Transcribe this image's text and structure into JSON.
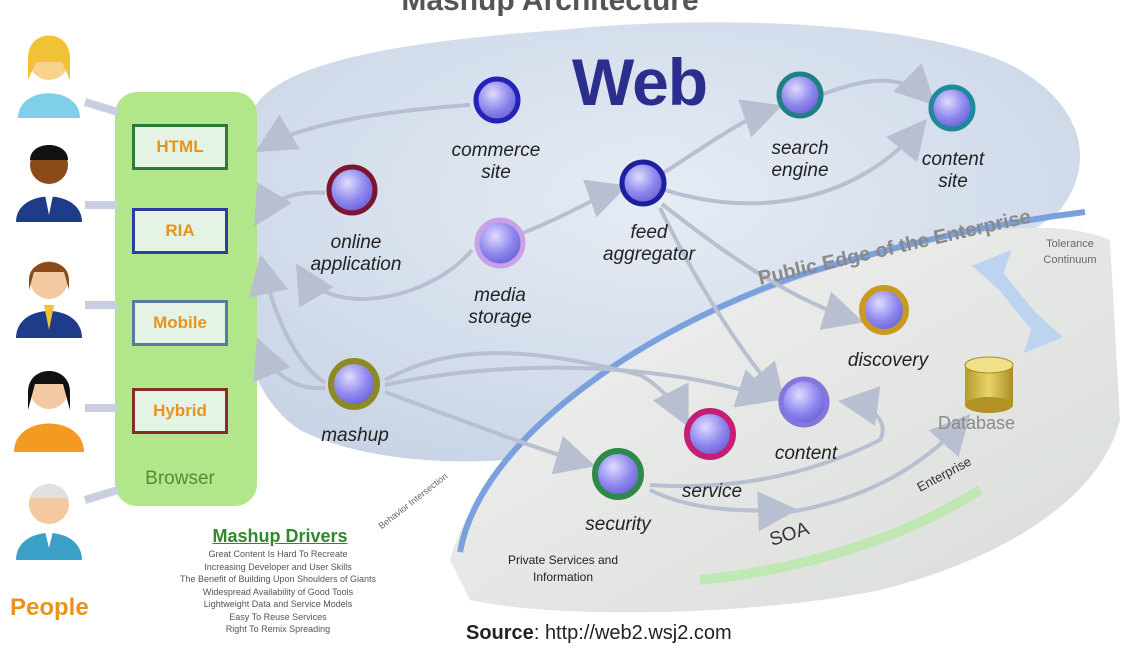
{
  "top_title": "Mashup Architecture",
  "web_title": "Web",
  "browser": {
    "label": "Browser",
    "boxes": [
      "HTML",
      "RIA",
      "Mobile",
      "Hybrid"
    ]
  },
  "people_label": "People",
  "nodes": {
    "commerce_site": "commerce site",
    "online_application": "online application",
    "media_storage": "media storage",
    "feed_aggregator": "feed aggregator",
    "search_engine": "search engine",
    "content_site": "content site",
    "discovery": "discovery",
    "mashup": "mashup",
    "security": "security",
    "service": "service",
    "content": "content"
  },
  "edge_label": "Public Edge of the Enterprise",
  "tolerance": "Tolerance Continuum",
  "database": "Database",
  "enterprise": "Enterprise",
  "soa": "SOA",
  "private_services": "Private Services and Information",
  "behavior_intersection": "Behavior Intersection",
  "drivers": {
    "title": "Mashup Drivers",
    "items": [
      "Great Content Is Hard To Recreate",
      "Increasing Developer and User Skills",
      "The Benefit of Building Upon Shoulders of Giants",
      "Widespread Availability of Good Tools",
      "Lightweight Data and Service Models",
      "Easy To Reuse Services",
      "Right To Remix Spreading"
    ]
  },
  "source": {
    "prefix": "Source",
    "url": "http://web2.wsj2.com"
  },
  "colors": {
    "web_blob": "#d4dde9",
    "enterprise_blob": "#e4e6e4",
    "browser_green": "#a8e07f",
    "edge_blue": "#7aa0dd",
    "node_fill": "#9a96f0"
  }
}
